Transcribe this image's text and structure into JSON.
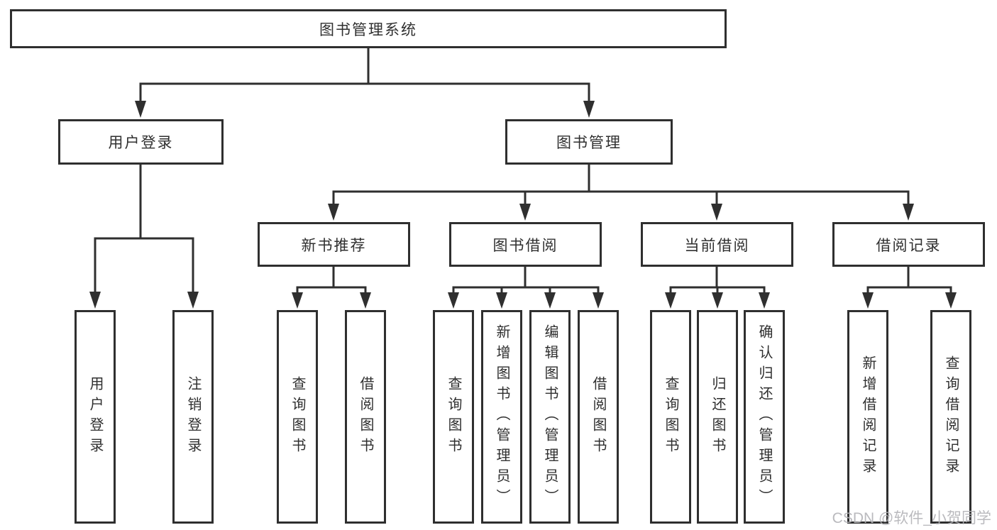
{
  "diagram": {
    "colors": {
      "line": "#2f2f2f",
      "border": "#2f2f2f",
      "fill": "#ffffff",
      "text": "#2f2f2f",
      "watermark": "#b3b3b7"
    },
    "tree": {
      "label": "图书管理系统",
      "children": [
        {
          "label": "用户登录",
          "children": [
            {
              "label": "用户登录"
            },
            {
              "label": "注销登录"
            }
          ]
        },
        {
          "label": "图书管理",
          "children": [
            {
              "label": "新书推荐",
              "children": [
                {
                  "label": "查询图书"
                },
                {
                  "label": "借阅图书"
                }
              ]
            },
            {
              "label": "图书借阅",
              "children": [
                {
                  "label": "查询图书"
                },
                {
                  "label": "新增图书（管理员）"
                },
                {
                  "label": "编辑图书（管理员）"
                },
                {
                  "label": "借阅图书"
                }
              ]
            },
            {
              "label": "当前借阅",
              "children": [
                {
                  "label": "查询图书"
                },
                {
                  "label": "归还图书"
                },
                {
                  "label": "确认归还（管理员）"
                }
              ]
            },
            {
              "label": "借阅记录",
              "children": [
                {
                  "label": "新增借阅记录"
                },
                {
                  "label": "查询借阅记录"
                }
              ]
            }
          ]
        }
      ]
    },
    "watermark": {
      "text": "CSDN @软件_小贺同学"
    }
  }
}
